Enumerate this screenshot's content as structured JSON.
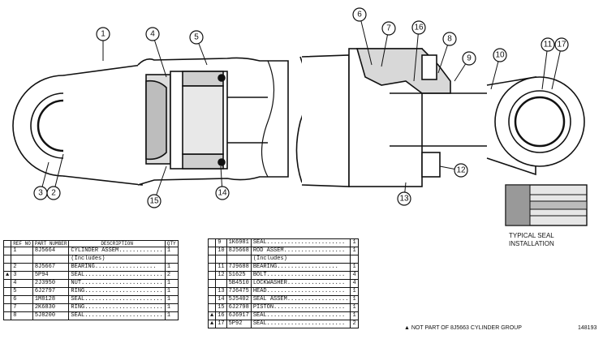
{
  "callouts": [
    "1",
    "2",
    "3",
    "4",
    "5",
    "6",
    "7",
    "8",
    "9",
    "10",
    "11",
    "12",
    "13",
    "14",
    "15",
    "16",
    "17"
  ],
  "inset_caption": [
    "TYPICAL SEAL",
    "INSTALLATION"
  ],
  "footnote": "▲ NOT PART OF 8J5663 CYLINDER GROUP",
  "drawing_number": "148193",
  "parts_table_headers": [
    "REF NO",
    "PART NUMBER",
    "DESCRIPTION",
    "QTY"
  ],
  "parts_left": [
    {
      "mark": "",
      "ref": "1",
      "part": "8J5664",
      "desc": "CYLINDER ASSEM.............",
      "qty": "1"
    },
    {
      "mark": "",
      "ref": "",
      "part": "",
      "desc": "  (Includes)",
      "qty": ""
    },
    {
      "mark": "",
      "ref": "2",
      "part": "8J5667",
      "desc": "  BEARING..................",
      "qty": "1"
    },
    {
      "mark": "▲",
      "ref": "3",
      "part": "5P94",
      "desc": "SEAL.......................",
      "qty": "2"
    },
    {
      "mark": "",
      "ref": "4",
      "part": "2J3950",
      "desc": "NUT........................",
      "qty": "1"
    },
    {
      "mark": "",
      "ref": "5",
      "part": "6J2797",
      "desc": "RING.......................",
      "qty": "1"
    },
    {
      "mark": "",
      "ref": "6",
      "part": "1M8128",
      "desc": "SEAL.......................",
      "qty": "1"
    },
    {
      "mark": "",
      "ref": "7",
      "part": "2K6830",
      "desc": "RING.......................",
      "qty": "1"
    },
    {
      "mark": "",
      "ref": "8",
      "part": "5J8200",
      "desc": "SEAL.......................",
      "qty": "1"
    }
  ],
  "parts_right": [
    {
      "mark": "",
      "ref": "9",
      "part": "1K6981",
      "desc": "SEAL.......................",
      "qty": "1"
    },
    {
      "mark": "",
      "ref": "10",
      "part": "8J5668",
      "desc": "ROD ASSEM..................",
      "qty": "1"
    },
    {
      "mark": "",
      "ref": "",
      "part": "",
      "desc": "  (Includes)",
      "qty": ""
    },
    {
      "mark": "",
      "ref": "11",
      "part": "7J9688",
      "desc": "  BEARING..................",
      "qty": "1"
    },
    {
      "mark": "",
      "ref": "12",
      "part": "S1625",
      "desc": "BOLT.......................",
      "qty": "4"
    },
    {
      "mark": "",
      "ref": "",
      "part": "5B4510",
      "desc": "LOCKWASHER.................",
      "qty": "4"
    },
    {
      "mark": "",
      "ref": "13",
      "part": "7J6475",
      "desc": "HEAD.......................",
      "qty": "1"
    },
    {
      "mark": "",
      "ref": "14",
      "part": "5J5402",
      "desc": "SEAL ASSEM..................",
      "qty": "1"
    },
    {
      "mark": "",
      "ref": "15",
      "part": "6J2798",
      "desc": "PISTON.....................",
      "qty": "1"
    },
    {
      "mark": "▲",
      "ref": "16",
      "part": "6J6917",
      "desc": "SEAL.......................",
      "qty": "1"
    },
    {
      "mark": "▲",
      "ref": "17",
      "part": "5P92",
      "desc": "SEAL.......................",
      "qty": "2"
    }
  ]
}
